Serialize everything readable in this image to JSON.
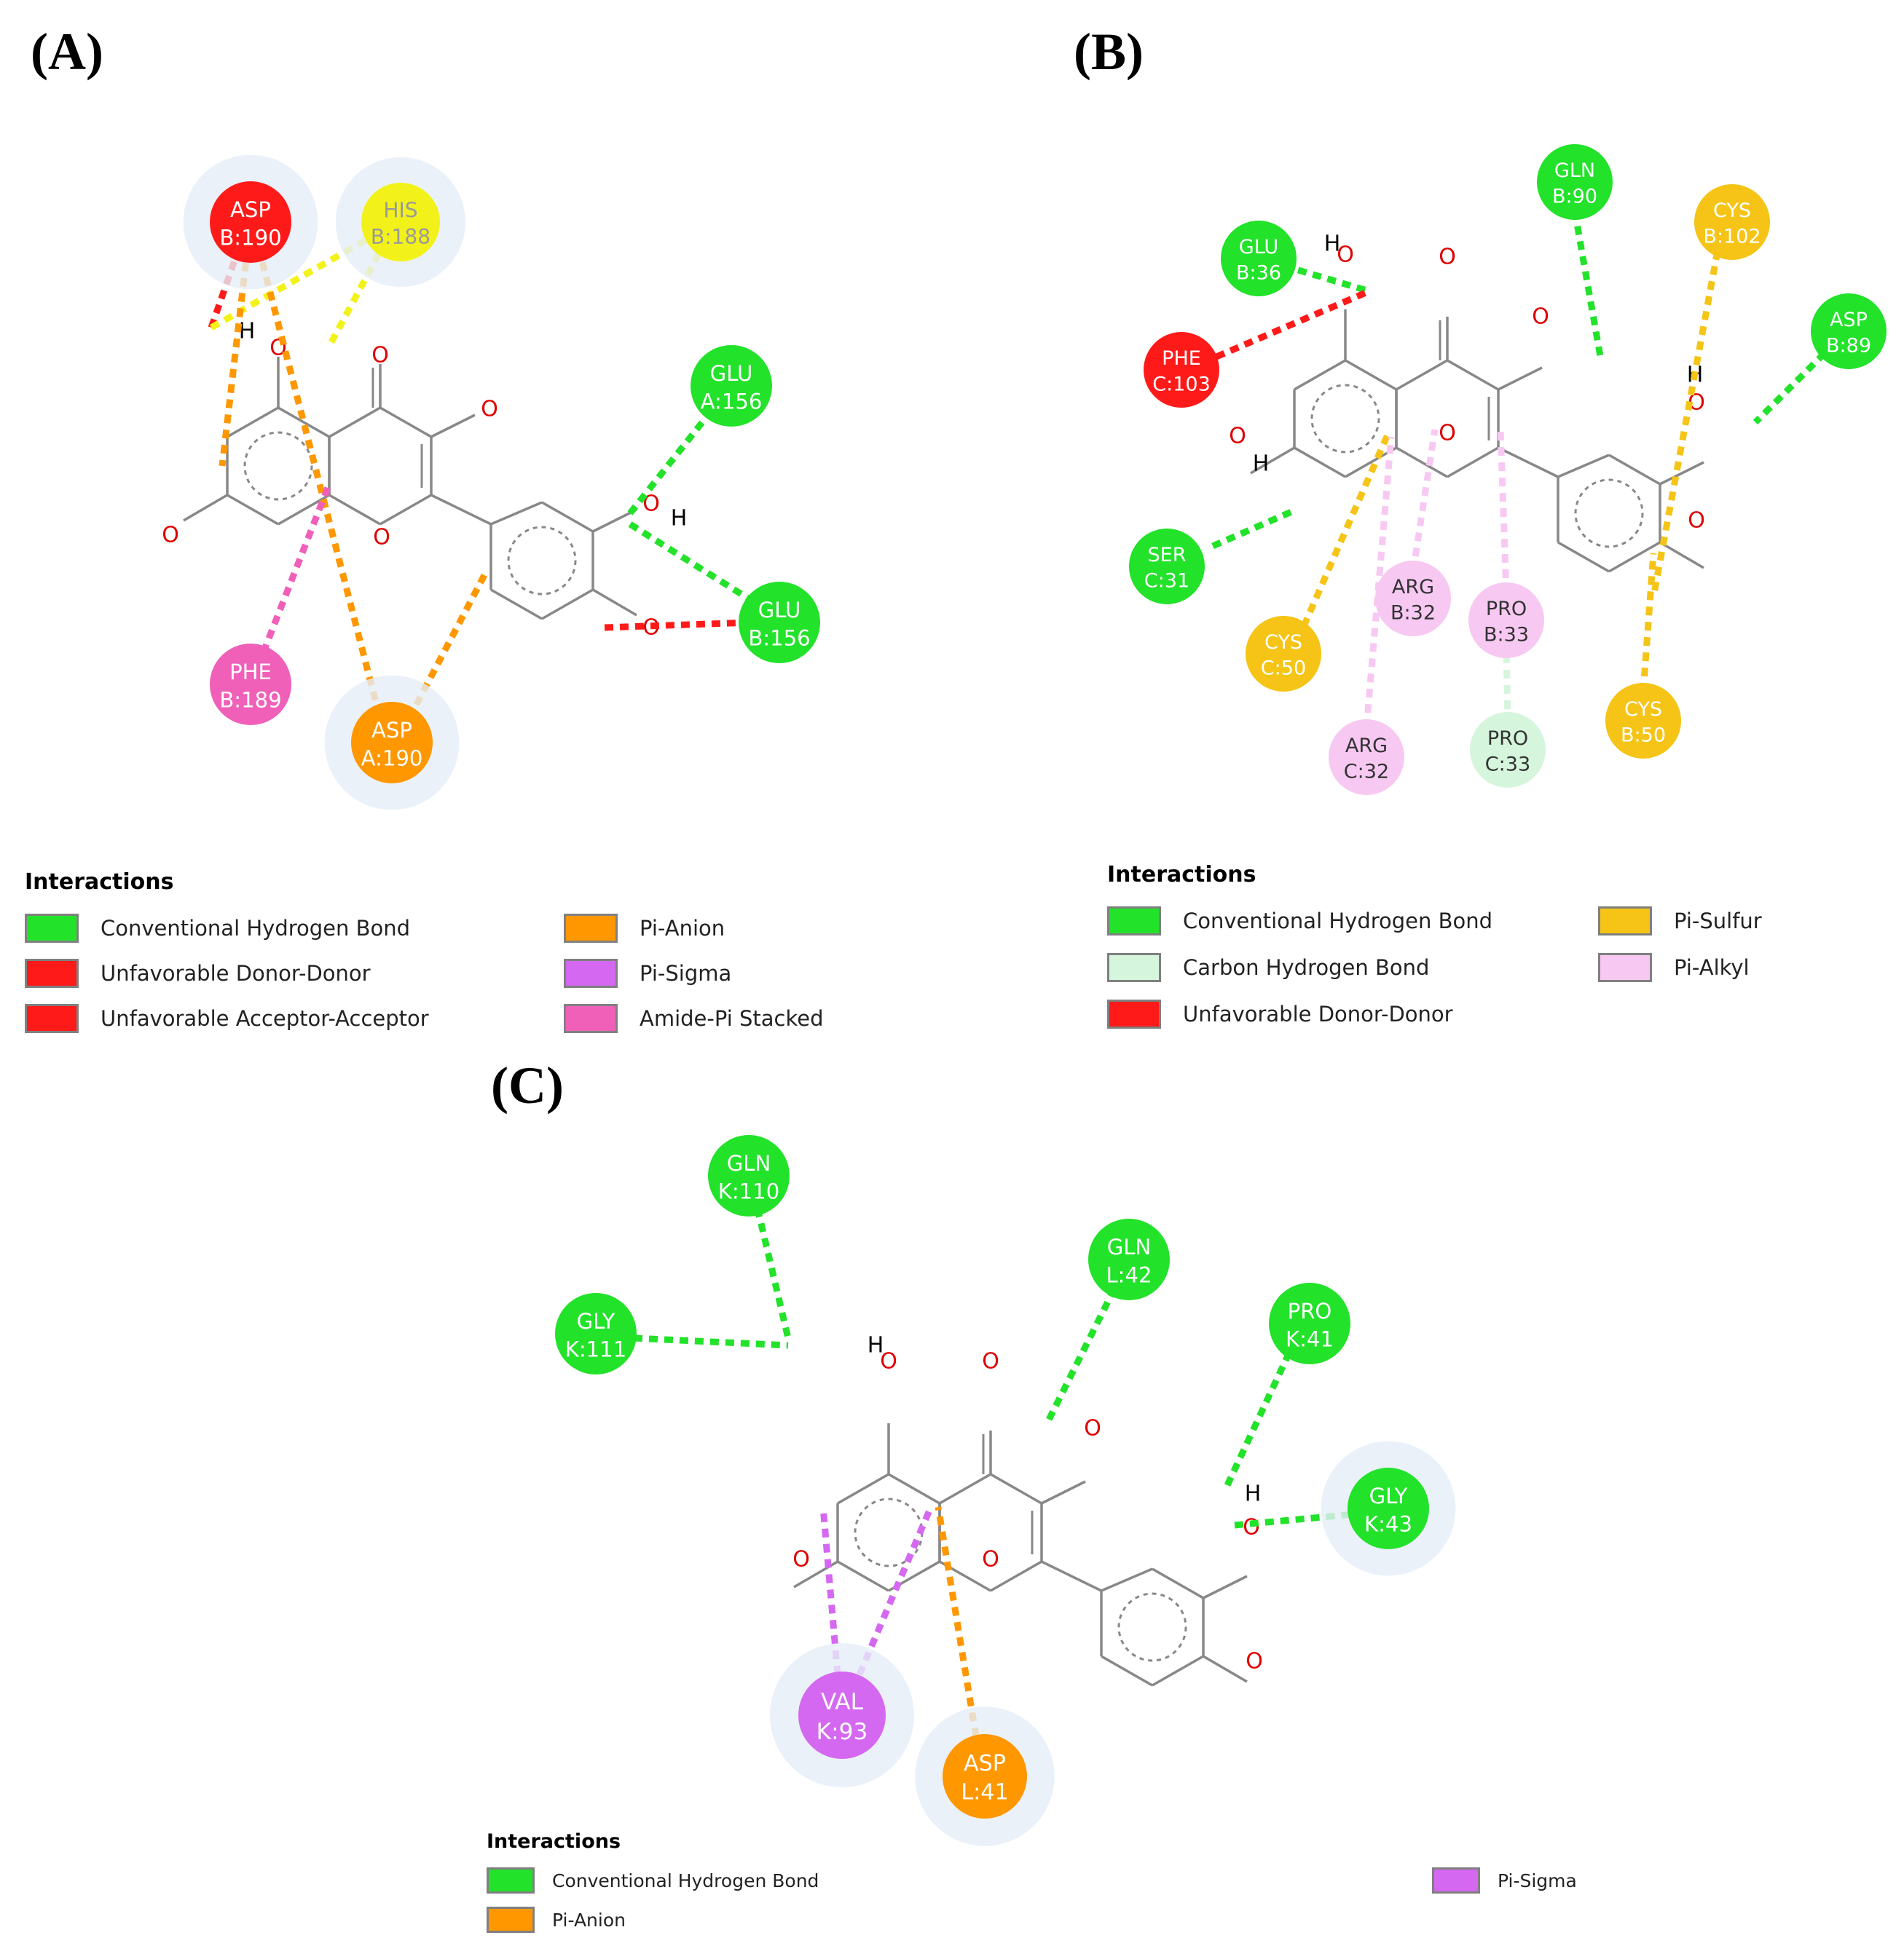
{
  "colors": {
    "conventional_h_bond": "#22e22a",
    "carbon_h_bond": "#d6f5dd",
    "unfavorable": "#ff1a1a",
    "pi_anion": "#ff9700",
    "pi_sigma": "#d468f0",
    "amide_pi": "#f060b8",
    "pi_sulfur": "#f5c416",
    "pi_alkyl": "#f7c9f2",
    "his_yellow": "#f2f21a",
    "bond_line": "#888888",
    "atom_o": "#e00000"
  },
  "panels": [
    {
      "id": "A",
      "label": "(A)",
      "residues": [
        {
          "name": "ASP",
          "chain": "B:190",
          "type": "unfavorable"
        },
        {
          "name": "HIS",
          "chain": "B:188",
          "type": "his"
        },
        {
          "name": "GLU",
          "chain": "A:156",
          "type": "conventional_h_bond"
        },
        {
          "name": "GLU",
          "chain": "B:156",
          "type": "conventional_h_bond"
        },
        {
          "name": "PHE",
          "chain": "B:189",
          "type": "amide_pi"
        },
        {
          "name": "ASP",
          "chain": "A:190",
          "type": "pi_anion"
        }
      ],
      "atoms": [
        "O",
        "O",
        "O",
        "O",
        "O",
        "O",
        "O",
        "H",
        "H"
      ],
      "legend": {
        "title": "Interactions",
        "items": [
          {
            "label": "Conventional Hydrogen Bond",
            "type": "conventional_h_bond"
          },
          {
            "label": "Unfavorable Donor-Donor",
            "type": "unfavorable"
          },
          {
            "label": "Unfavorable Acceptor-Acceptor",
            "type": "unfavorable"
          },
          {
            "label": "Pi-Anion",
            "type": "pi_anion"
          },
          {
            "label": "Pi-Sigma",
            "type": "pi_sigma"
          },
          {
            "label": "Amide-Pi Stacked",
            "type": "amide_pi"
          }
        ]
      }
    },
    {
      "id": "B",
      "label": "(B)",
      "residues": [
        {
          "name": "GLN",
          "chain": "B:90",
          "type": "conventional_h_bond"
        },
        {
          "name": "GLU",
          "chain": "B:36",
          "type": "conventional_h_bond"
        },
        {
          "name": "CYS",
          "chain": "B:102",
          "type": "pi_sulfur"
        },
        {
          "name": "ASP",
          "chain": "B:89",
          "type": "conventional_h_bond"
        },
        {
          "name": "PHE",
          "chain": "C:103",
          "type": "unfavorable"
        },
        {
          "name": "SER",
          "chain": "C:31",
          "type": "conventional_h_bond"
        },
        {
          "name": "ARG",
          "chain": "B:32",
          "type": "pi_alkyl"
        },
        {
          "name": "PRO",
          "chain": "B:33",
          "type": "pi_alkyl"
        },
        {
          "name": "CYS",
          "chain": "C:50",
          "type": "pi_sulfur"
        },
        {
          "name": "CYS",
          "chain": "B:50",
          "type": "pi_sulfur"
        },
        {
          "name": "ARG",
          "chain": "C:32",
          "type": "pi_alkyl"
        },
        {
          "name": "PRO",
          "chain": "C:33",
          "type": "carbon_h_bond"
        }
      ],
      "atoms": [
        "O",
        "O",
        "O",
        "O",
        "O",
        "O",
        "O",
        "H",
        "H",
        "H"
      ],
      "legend": {
        "title": "Interactions",
        "items": [
          {
            "label": "Conventional Hydrogen Bond",
            "type": "conventional_h_bond"
          },
          {
            "label": "Carbon Hydrogen Bond",
            "type": "carbon_h_bond"
          },
          {
            "label": "Unfavorable Donor-Donor",
            "type": "unfavorable"
          },
          {
            "label": "Pi-Sulfur",
            "type": "pi_sulfur"
          },
          {
            "label": "Pi-Alkyl",
            "type": "pi_alkyl"
          }
        ]
      }
    },
    {
      "id": "C",
      "label": "(C)",
      "residues": [
        {
          "name": "GLN",
          "chain": "K:110",
          "type": "conventional_h_bond"
        },
        {
          "name": "GLN",
          "chain": "L:42",
          "type": "conventional_h_bond"
        },
        {
          "name": "GLY",
          "chain": "K:111",
          "type": "conventional_h_bond"
        },
        {
          "name": "PRO",
          "chain": "K:41",
          "type": "conventional_h_bond"
        },
        {
          "name": "GLY",
          "chain": "K:43",
          "type": "conventional_h_bond"
        },
        {
          "name": "VAL",
          "chain": "K:93",
          "type": "pi_sigma"
        },
        {
          "name": "ASP",
          "chain": "L:41",
          "type": "pi_anion"
        }
      ],
      "atoms": [
        "O",
        "O",
        "O",
        "O",
        "O",
        "O",
        "O",
        "H",
        "H"
      ],
      "legend": {
        "title": "Interactions",
        "items": [
          {
            "label": "Conventional Hydrogen Bond",
            "type": "conventional_h_bond"
          },
          {
            "label": "Pi-Anion",
            "type": "pi_anion"
          },
          {
            "label": "Pi-Sigma",
            "type": "pi_sigma"
          }
        ]
      }
    }
  ]
}
